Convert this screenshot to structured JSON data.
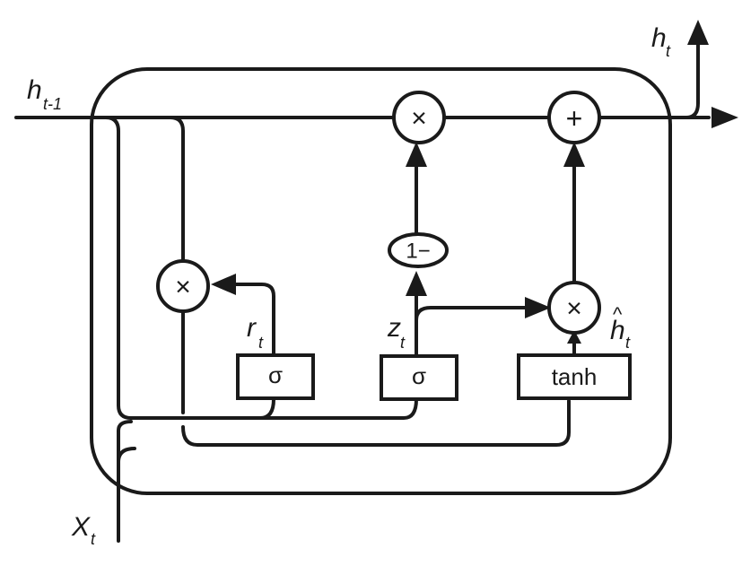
{
  "diagram": {
    "type": "GRU cell",
    "labels": {
      "h_prev": {
        "main": "h",
        "sub": "t-1"
      },
      "h_out": {
        "main": "h",
        "sub": "t"
      },
      "x_in": {
        "main": "X",
        "sub": "t"
      },
      "r": {
        "main": "r",
        "sub": "t"
      },
      "z": {
        "main": "z",
        "sub": "t"
      },
      "h_tilde": {
        "main": "h",
        "sub": "t",
        "hat": "^"
      }
    },
    "operators": {
      "mult_top": "×",
      "add_top": "+",
      "mult_reset": "×",
      "mult_candidate": "×",
      "one_minus": "1−"
    },
    "gates": {
      "reset_gate": "σ",
      "update_gate": "σ",
      "candidate": "tanh"
    }
  }
}
